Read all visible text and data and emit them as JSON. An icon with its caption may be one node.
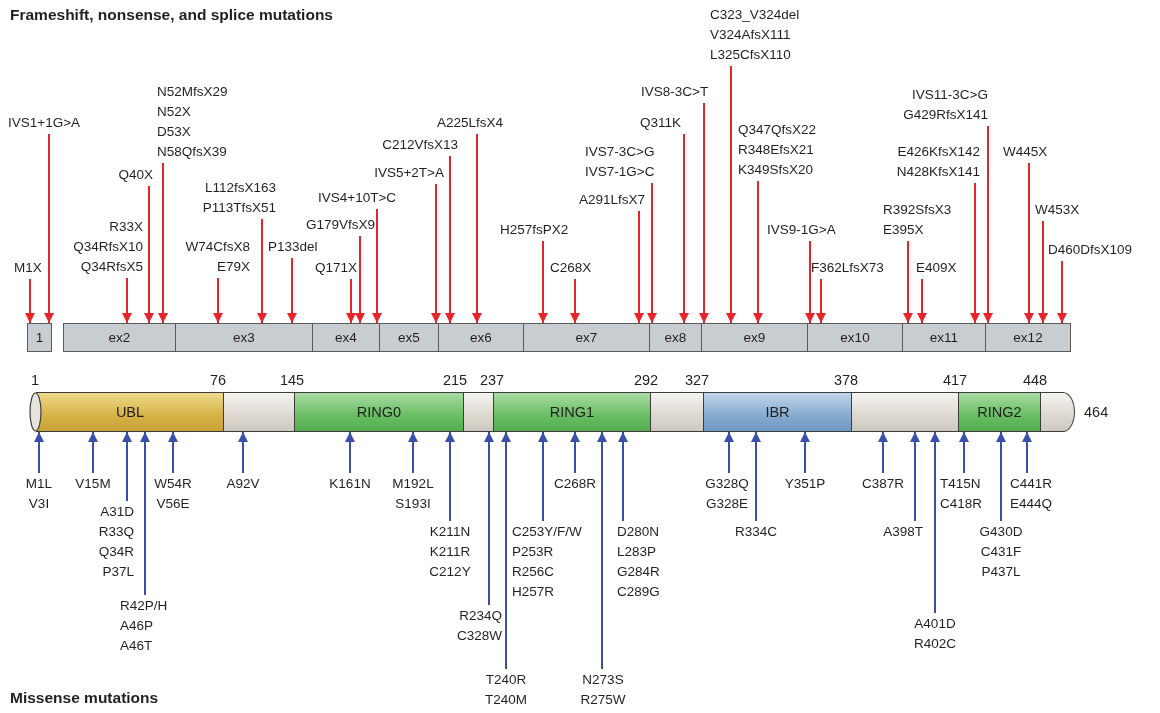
{
  "diagram": {
    "nodes": [
      {
        "text": [
          "M1X"
        ]
      },
      {
        "text": [
          "IVS1+1G>A"
        ]
      },
      {
        "text": [
          "R33X",
          "Q34RfsX10",
          "Q34RfsX5"
        ]
      },
      {
        "text": [
          "Q40X"
        ]
      },
      {
        "text": [
          "N52MfsX29",
          "N52X",
          "D53X",
          "N58QfsX39"
        ]
      },
      {
        "text": [
          "W74CfsX8",
          "E79X"
        ]
      },
      {
        "text": [
          "L112fsX163",
          "P113TfsX51"
        ]
      },
      {
        "text": [
          "P133del"
        ]
      },
      {
        "text": [
          "Q171X"
        ]
      },
      {
        "text": [
          "G179VfsX9"
        ]
      },
      {
        "text": [
          "IVS4+10T>C"
        ]
      },
      {
        "text": [
          "IVS5+2T>A"
        ]
      },
      {
        "text": [
          "C212VfsX13"
        ]
      },
      {
        "text": [
          "A225LfsX4"
        ]
      },
      {
        "text": [
          "H257fsPX2"
        ]
      },
      {
        "text": [
          "C268X"
        ]
      },
      {
        "text": [
          "A291LfsX7"
        ]
      },
      {
        "text": [
          "IVS7-3C>G",
          "IVS7-1G>C"
        ]
      },
      {
        "text": [
          "Q311K"
        ]
      },
      {
        "text": [
          "IVS8-3C>T"
        ]
      },
      {
        "text": [
          "C323_V324del",
          "V324AfsX111",
          "L325CfsX110"
        ]
      },
      {
        "text": [
          "Q347QfsX22",
          "R348EfsX21",
          "K349SfsX20"
        ]
      },
      {
        "text": [
          "IVS9-1G>A"
        ]
      },
      {
        "text": [
          "F362LfsX73"
        ]
      },
      {
        "text": [
          "R392SfsX3",
          "E395X"
        ]
      },
      {
        "text": [
          "E409X"
        ]
      },
      {
        "text": [
          "E426KfsX142",
          "N428KfsX141"
        ]
      },
      {
        "text": [
          "IVS11-3C>G",
          "G429RfsX141"
        ]
      },
      {
        "text": [
          "W445X"
        ]
      },
      {
        "text": [
          "W453X"
        ]
      },
      {
        "text": [
          "D460DfsX109"
        ]
      },
      {
        "text": [
          "1"
        ]
      },
      {
        "text": [
          "ex2"
        ]
      },
      {
        "text": [
          "ex3"
        ]
      },
      {
        "text": [
          "ex4"
        ]
      },
      {
        "text": [
          "ex5"
        ]
      },
      {
        "text": [
          "ex6"
        ]
      },
      {
        "text": [
          "ex7"
        ]
      },
      {
        "text": [
          "ex8"
        ]
      },
      {
        "text": [
          "ex9"
        ]
      },
      {
        "text": [
          "ex10"
        ]
      },
      {
        "text": [
          "ex11"
        ]
      },
      {
        "text": [
          "ex12"
        ]
      },
      {
        "text": [
          "UBL"
        ]
      },
      {
        "text": [],
        "shape": "bar"
      },
      {
        "text": [
          "RING0"
        ]
      },
      {
        "text": [],
        "shape": "bar"
      },
      {
        "text": [
          "RING1"
        ]
      },
      {
        "text": [],
        "shape": "bar"
      },
      {
        "text": [
          "IBR"
        ]
      },
      {
        "text": [],
        "shape": "bar"
      },
      {
        "text": [
          "RING2"
        ]
      },
      {
        "text": [],
        "shape": "bar",
        "beside": [
          "464"
        ]
      },
      {
        "text": [
          "M1L",
          "V3I"
        ]
      },
      {
        "text": [
          "V15M"
        ]
      },
      {
        "text": [
          "A31D",
          "R33Q",
          "Q34R",
          "P37L"
        ]
      },
      {
        "text": [
          "R42P/H",
          "A46P",
          "A46T"
        ]
      },
      {
        "text": [
          "W54R",
          "V56E"
        ]
      },
      {
        "text": [
          "A92V"
        ]
      },
      {
        "text": [
          "K161N"
        ]
      },
      {
        "text": [
          "M192L",
          "S193I"
        ]
      },
      {
        "text": [
          "K211N",
          "K211R",
          "C212Y"
        ]
      },
      {
        "text": [
          "R234Q",
          "C328W"
        ]
      },
      {
        "text": [
          "T240R",
          "T240M"
        ]
      },
      {
        "text": [
          "C253Y/F/W",
          "P253R",
          "R256C",
          "H257R"
        ]
      },
      {
        "text": [
          "C268R"
        ]
      },
      {
        "text": [
          "N273S",
          "R275W"
        ]
      },
      {
        "text": [
          "D280N",
          "L283P",
          "G284R",
          "C289G"
        ]
      },
      {
        "text": [
          "G328Q",
          "G328E"
        ]
      },
      {
        "text": [
          "R334C"
        ]
      },
      {
        "text": [
          "Y351P"
        ]
      },
      {
        "text": [
          "C387R"
        ]
      },
      {
        "text": [
          "A398T"
        ]
      },
      {
        "text": [
          "A401D",
          "R402C"
        ]
      },
      {
        "text": [
          "T415N",
          "C418R"
        ]
      },
      {
        "text": [
          "G430D",
          "C431F",
          "P437L"
        ]
      },
      {
        "text": [
          "C441R",
          "E444Q"
        ]
      }
    ],
    "edges": [
      {
        "from": 0,
        "to": 31,
        "arrow": "to"
      },
      {
        "from": 1,
        "to": 31,
        "arrow": "to"
      },
      {
        "from": 2,
        "to": 32,
        "arrow": "to"
      },
      {
        "from": 3,
        "to": 32,
        "arrow": "to"
      },
      {
        "from": 4,
        "to": 32,
        "arrow": "to"
      },
      {
        "from": 5,
        "to": 33,
        "arrow": "to"
      },
      {
        "from": 6,
        "to": 33,
        "arrow": "to"
      },
      {
        "from": 7,
        "to": 33,
        "arrow": "to"
      },
      {
        "from": 8,
        "to": 34,
        "arrow": "to"
      },
      {
        "from": 9,
        "to": 34,
        "arrow": "to"
      },
      {
        "from": 10,
        "to": 34,
        "arrow": "to"
      },
      {
        "from": 11,
        "to": 35,
        "arrow": "to"
      },
      {
        "from": 12,
        "to": 36,
        "arrow": "to"
      },
      {
        "from": 13,
        "to": 36,
        "arrow": "to"
      },
      {
        "from": 14,
        "to": 37,
        "arrow": "to"
      },
      {
        "from": 15,
        "to": 37,
        "arrow": "to"
      },
      {
        "from": 16,
        "to": 37,
        "arrow": "to"
      },
      {
        "from": 17,
        "to": 38,
        "arrow": "to"
      },
      {
        "from": 18,
        "to": 38,
        "arrow": "to"
      },
      {
        "from": 19,
        "to": 39,
        "arrow": "to"
      },
      {
        "from": 20,
        "to": 39,
        "arrow": "to"
      },
      {
        "from": 21,
        "to": 39,
        "arrow": "to"
      },
      {
        "from": 22,
        "to": 40,
        "arrow": "to"
      },
      {
        "from": 23,
        "to": 40,
        "arrow": "to"
      },
      {
        "from": 24,
        "to": 41,
        "arrow": "to"
      },
      {
        "from": 25,
        "to": 41,
        "arrow": "to"
      },
      {
        "from": 26,
        "to": 41,
        "arrow": "to"
      },
      {
        "from": 27,
        "to": 42,
        "arrow": "to"
      },
      {
        "from": 28,
        "to": 42,
        "arrow": "to"
      },
      {
        "from": 29,
        "to": 42,
        "arrow": "to"
      },
      {
        "from": 30,
        "to": 42,
        "arrow": "to"
      },
      {
        "from": 53,
        "to": 43,
        "arrow": "to",
        "color": "#3a4fa8"
      },
      {
        "from": 54,
        "to": 43,
        "arrow": "to",
        "color": "#3a4fa8"
      },
      {
        "from": 55,
        "to": 43,
        "arrow": "to",
        "color": "#3a4fa8"
      },
      {
        "from": 56,
        "to": 43,
        "arrow": "to",
        "color": "#3a4fa8"
      },
      {
        "from": 57,
        "to": 43,
        "arrow": "to",
        "color": "#3a4fa8"
      },
      {
        "from": 58,
        "to": 44,
        "arrow": "to",
        "color": "#3a4fa8"
      },
      {
        "from": 59,
        "to": 45,
        "arrow": "to",
        "color": "#3a4fa8"
      },
      {
        "from": 60,
        "to": 45,
        "arrow": "to",
        "color": "#3a4fa8"
      },
      {
        "from": 61,
        "to": 45,
        "arrow": "to",
        "color": "#3a4fa8"
      },
      {
        "from": 62,
        "to": 46,
        "arrow": "to",
        "color": "#3a4fa8"
      },
      {
        "from": 63,
        "to": 47,
        "arrow": "to",
        "color": "#3a4fa8"
      },
      {
        "from": 64,
        "to": 47,
        "arrow": "to",
        "color": "#3a4fa8"
      },
      {
        "from": 65,
        "to": 47,
        "arrow": "to",
        "color": "#3a4fa8"
      },
      {
        "from": 66,
        "to": 47,
        "arrow": "to",
        "color": "#3a4fa8"
      },
      {
        "from": 67,
        "to": 47,
        "arrow": "to",
        "color": "#3a4fa8"
      },
      {
        "from": 68,
        "to": 49,
        "arrow": "to",
        "color": "#3a4fa8"
      },
      {
        "from": 69,
        "to": 49,
        "arrow": "to",
        "color": "#3a4fa8"
      },
      {
        "from": 70,
        "to": 49,
        "arrow": "to",
        "color": "#3a4fa8"
      },
      {
        "from": 71,
        "to": 50,
        "arrow": "to",
        "color": "#3a4fa8"
      },
      {
        "from": 72,
        "to": 50,
        "arrow": "to",
        "color": "#3a4fa8"
      },
      {
        "from": 73,
        "to": 50,
        "arrow": "to",
        "color": "#3a4fa8"
      },
      {
        "from": 74,
        "to": 51,
        "arrow": "to",
        "color": "#3a4fa8"
      },
      {
        "from": 75,
        "to": 51,
        "arrow": "to",
        "color": "#3a4fa8"
      },
      {
        "from": 76,
        "to": 51,
        "arrow": "to",
        "color": "#3a4fa8"
      }
    ],
    "labels": [
      "Frameshift, nonsense, and splice mutations",
      "1",
      "76",
      "145",
      "215",
      "237",
      "292",
      "327",
      "378",
      "417",
      "448",
      "Missense mutations"
    ]
  }
}
